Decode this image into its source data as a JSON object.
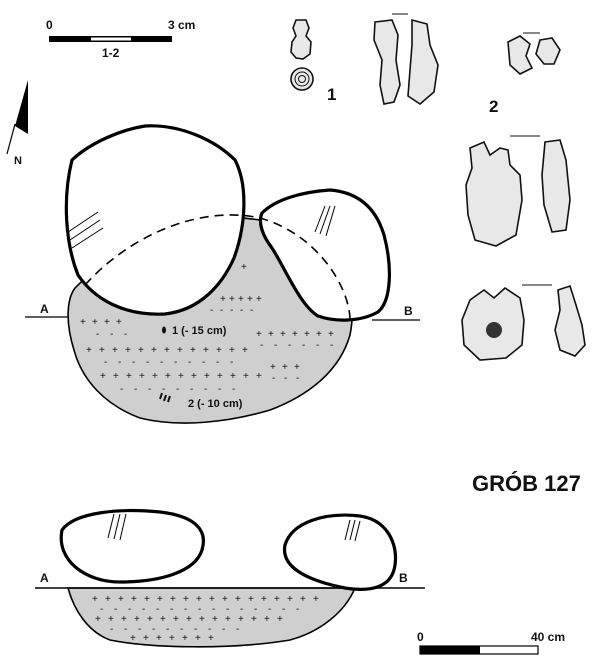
{
  "scale_small": {
    "zero": "0",
    "max": "3 cm",
    "caption": "1-2"
  },
  "north": {
    "label": "N"
  },
  "finds": {
    "find1_label": "1",
    "find2_label": "2"
  },
  "plan": {
    "a_label": "A",
    "b_label": "B",
    "find1_note": "1 (- 15 cm)",
    "find2_note": "2 (- 10 cm)"
  },
  "title": "GRÓB 127",
  "section": {
    "a_label": "A",
    "b_label": "B"
  },
  "scale_large": {
    "zero": "0",
    "max": "40 cm"
  },
  "colors": {
    "fill": "#cfcfcf",
    "ink": "#000000"
  }
}
